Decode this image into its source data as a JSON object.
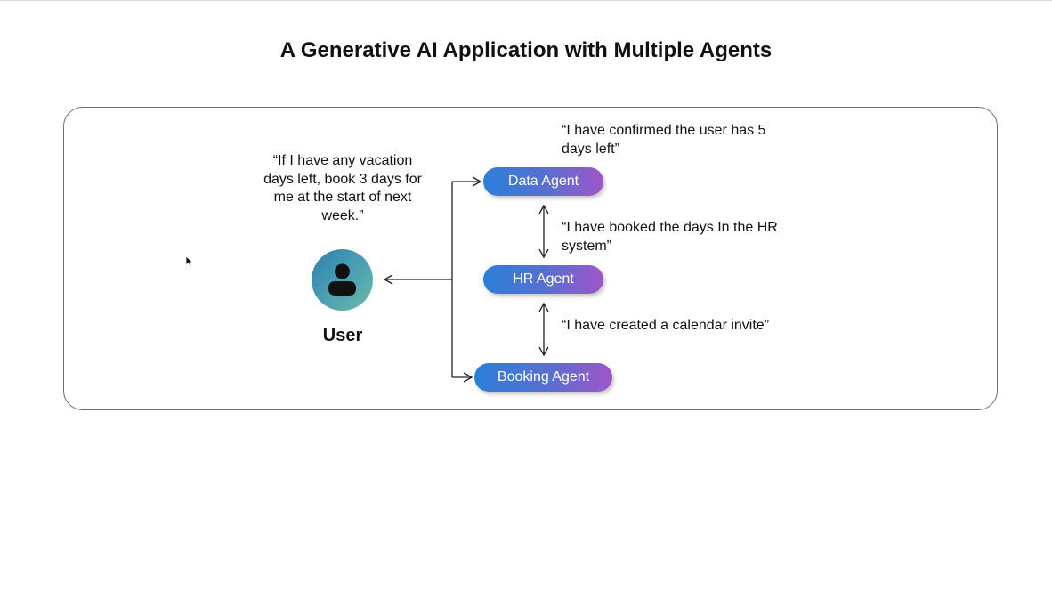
{
  "title": "A Generative AI Application with Multiple Agents",
  "user": {
    "label": "User",
    "quote": "“If I have any vacation days left, book 3 days for me at the start of next week.”"
  },
  "agents": [
    {
      "label": "Data Agent",
      "quote": "“I have confirmed the user has 5 days left”"
    },
    {
      "label": "HR Agent",
      "quote": "“I have booked the days In the HR system”"
    },
    {
      "label": "Booking Agent",
      "quote": "“I have created a calendar invite”"
    }
  ],
  "colors": {
    "agent_gradient_start": "#2b7fd8",
    "agent_gradient_end": "#a055c8",
    "avatar_gradient_start": "#2e7fb0",
    "avatar_gradient_end": "#6cb9a6",
    "frame_border": "#6f6f6f"
  },
  "icons": [
    "person-icon",
    "mouse-cursor-icon"
  ]
}
